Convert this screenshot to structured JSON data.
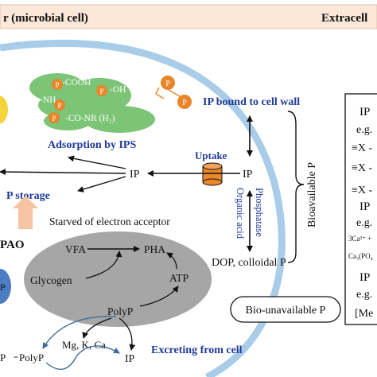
{
  "header": {
    "left_label": "r (microbial cell)",
    "right_label": "Extracell"
  },
  "ips": {
    "groups": [
      "-COOH",
      "-OH",
      "-NH₂",
      "-CO-NR (H₂)"
    ],
    "phosphate_badge": "P",
    "caption": "Adsorption by IPS"
  },
  "cell_wall": {
    "label": "IP bound to cell wall"
  },
  "transport": {
    "uptake_label": "Uptake",
    "ip_inside": "IP",
    "ip_outside": "IP",
    "organic_acid": "Organic acid",
    "phosphatase": "Phosphatase",
    "dop": "DOP, colloidal P"
  },
  "storage": {
    "p_storage": "P storage",
    "starved": "Starved of electron acceptor",
    "pao": "PAO",
    "left_fragment": "P"
  },
  "metabolism": {
    "vfa": "VFA",
    "pha": "PHA",
    "glycogen": "Glycogen",
    "atp": "ATP",
    "polyp": "PolyP"
  },
  "excretion": {
    "ions": "Mg, K, Ca",
    "ip": "IP",
    "polyp_out": "PolyP",
    "p_fragment": "P",
    "caption": "Excreting from cell"
  },
  "bioavailable": {
    "brace_label": "Bioavailable P",
    "box_lines": [
      "IP",
      "e.g.",
      "≡X -",
      "≡X -",
      "≡X -",
      "IP",
      "e.g.",
      "3Ca²⁺ +",
      "Ca₃(PO₄",
      "IP",
      "e.g.",
      "[Me"
    ]
  },
  "unavailable": {
    "label": "Bio-unavailable P"
  },
  "colors": {
    "header_bg": "#fbe8d8",
    "membrane": "#a9cde9",
    "cytoplasm_gray": "#a6a6a6",
    "ips_green": "#7cc476",
    "phosphate_orange": "#e8862a",
    "accent_blue": "#1f3a9a",
    "storage_arrow": "#f7c4a3",
    "excretion_arrow": "#3f6f99"
  }
}
